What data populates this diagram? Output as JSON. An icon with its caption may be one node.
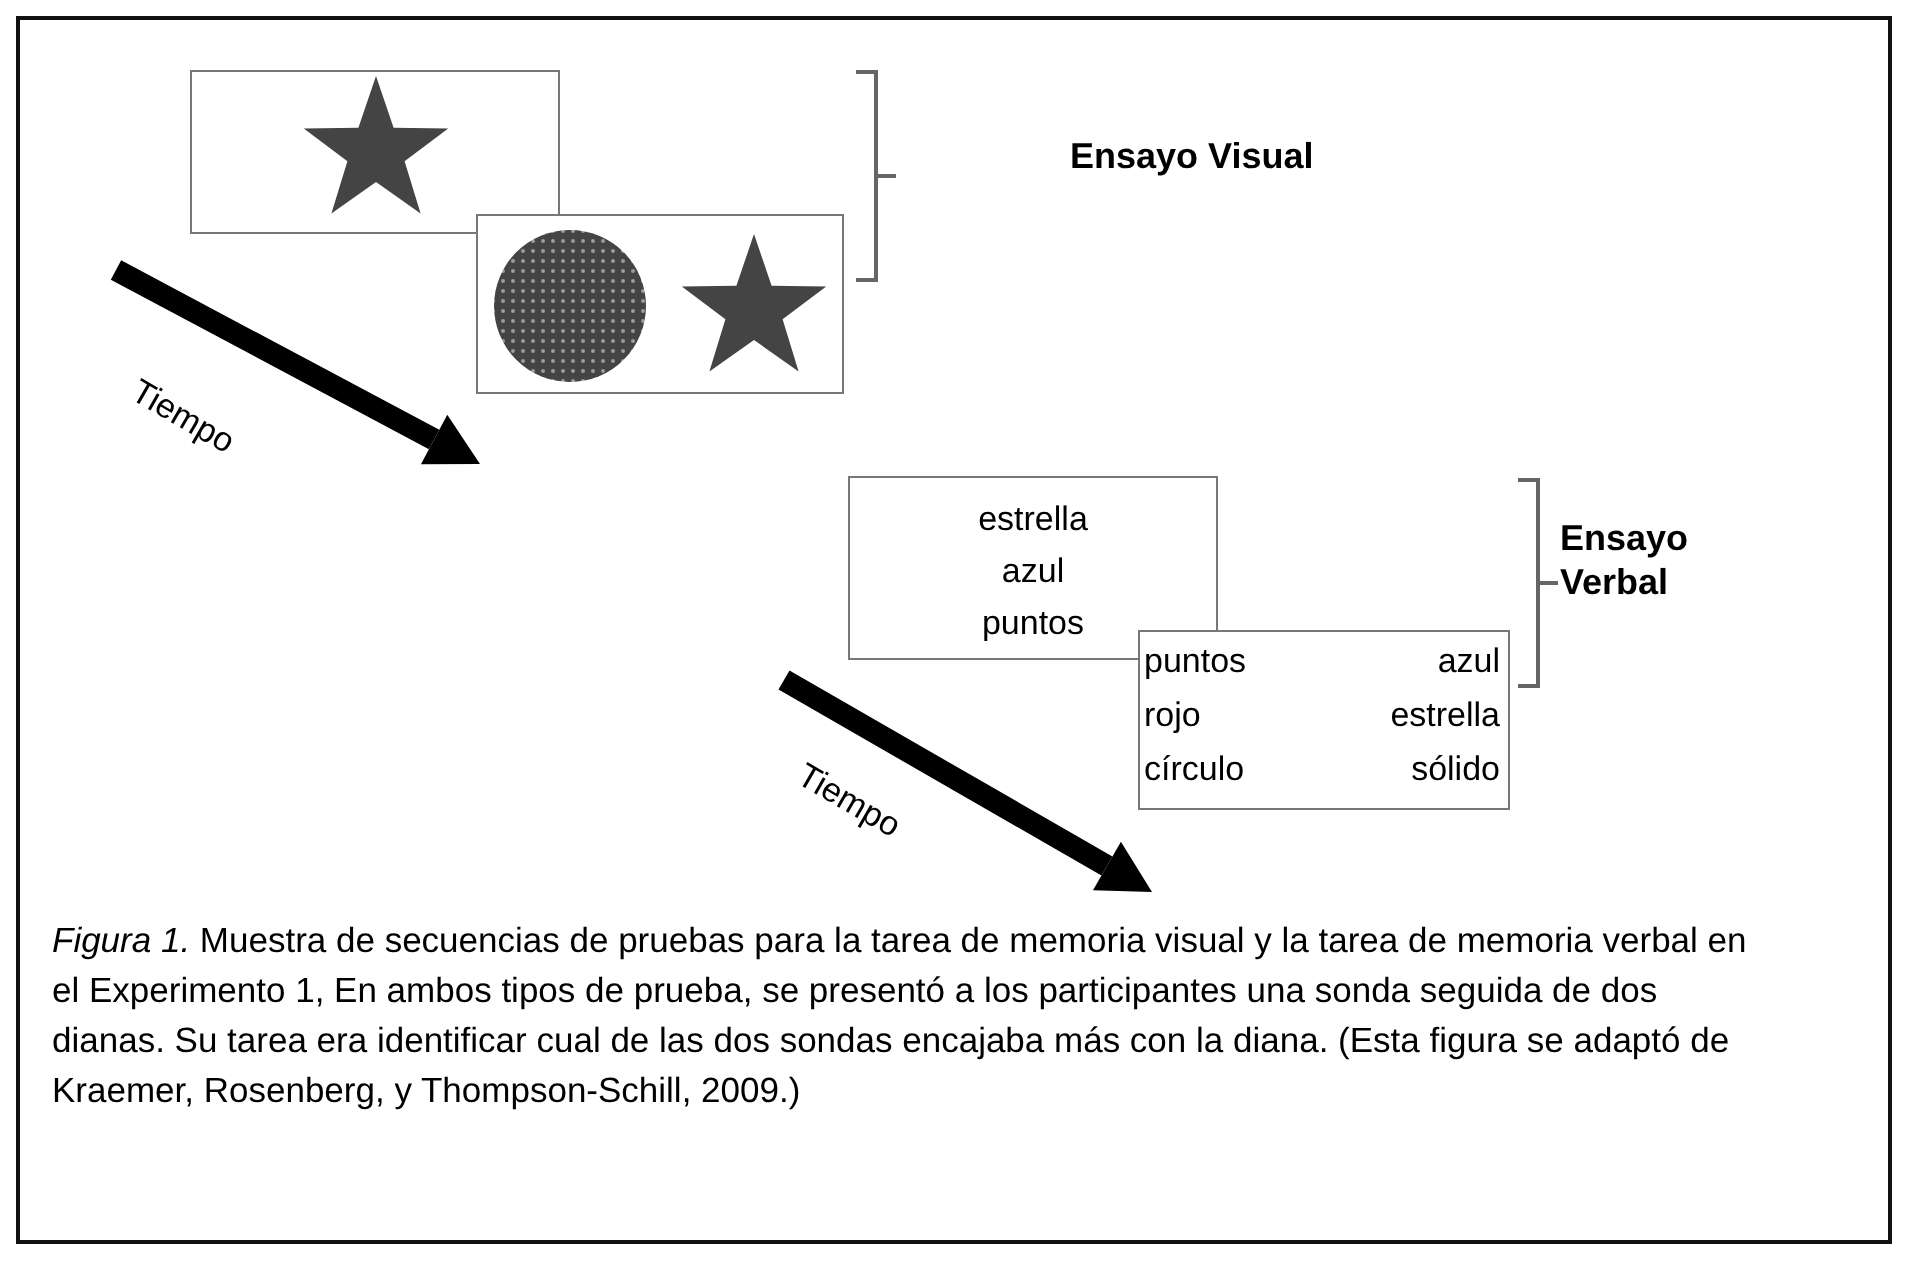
{
  "diagram": {
    "caption": "*Figura 1.* Muestra de secuencias de pruebas para la tarea de memoria visual y la tarea de memoria verbal en el Experimento 1, En ambos tipos de prueba, se presentó a los participantes una sonda seguida de dos dianas. Su tarea era identificar cual de las dos sondas encajaba más con la diana. (Esta figura se adaptó de Kraemer, Rosenberg, y Thompson-Schill, 2009.)",
    "nodes": [
      {
        "text": [],
        "shape": "picture"
      },
      {
        "text": [],
        "shape": "picture"
      },
      {
        "text": [
          "estrella azul puntos"
        ]
      },
      {
        "text": [
          "puntos rojo círculo",
          "azul estrella sólido"
        ]
      }
    ],
    "edges": [],
    "labels": [
      "Ensayo Visual",
      "Tiempo",
      "Ensayo Verbal",
      "Tiempo"
    ]
  }
}
